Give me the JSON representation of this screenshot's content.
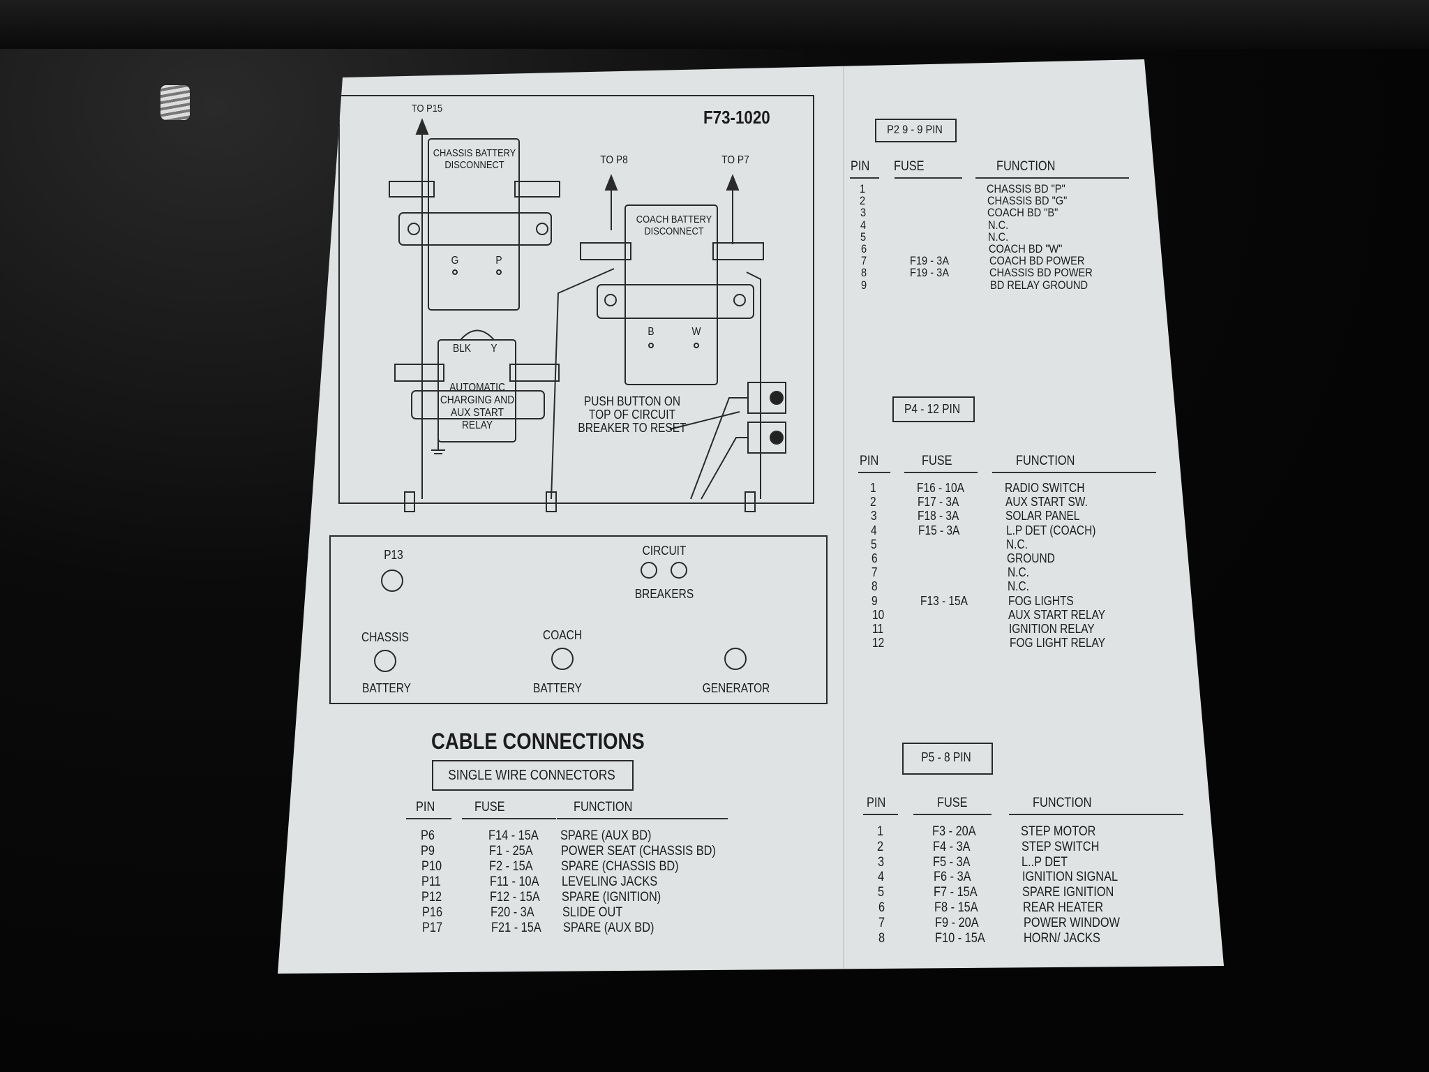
{
  "diagram": {
    "part_number": "F73-1020",
    "to_p15": "TO P15",
    "to_p8": "TO P8",
    "to_p7": "TO P7",
    "chassis_disconnect": [
      "CHASSIS BATTERY",
      "DISCONNECT"
    ],
    "coach_disconnect": [
      "COACH BATTERY",
      "DISCONNECT"
    ],
    "terminal_g": "G",
    "terminal_p": "P",
    "terminal_b": "B",
    "terminal_w": "W",
    "terminal_blk": "BLK",
    "terminal_y": "Y",
    "relay_label": [
      "AUTOMATIC",
      "CHARGING AND",
      "AUX START",
      "RELAY"
    ],
    "push_button_note": [
      "PUSH BUTTON ON",
      "TOP OF CIRCUIT",
      "BREAKER TO RESET"
    ]
  },
  "panel": {
    "p13": "P13",
    "circuit": "CIRCUIT",
    "breakers": "BREAKERS",
    "chassis": "CHASSIS",
    "chassis_battery": "BATTERY",
    "coach": "COACH",
    "coach_battery": "BATTERY",
    "generator": "GENERATOR"
  },
  "cable": {
    "title": "CABLE CONNECTIONS",
    "subtitle": "SINGLE WIRE CONNECTORS",
    "headers": [
      "PIN",
      "FUSE",
      "FUNCTION"
    ],
    "rows": [
      [
        "P6",
        "F14 - 15A",
        "SPARE (AUX BD)"
      ],
      [
        "P9",
        "F1 - 25A",
        "POWER SEAT (CHASSIS BD)"
      ],
      [
        "P10",
        "F2 - 15A",
        "SPARE (CHASSIS BD)"
      ],
      [
        "P11",
        "F11 - 10A",
        "LEVELING JACKS"
      ],
      [
        "P12",
        "F12 - 15A",
        "SPARE (IGNITION)"
      ],
      [
        "P16",
        "F20 - 3A",
        "SLIDE OUT"
      ],
      [
        "P17",
        "F21 - 15A",
        "SPARE (AUX BD)"
      ]
    ]
  },
  "p2": {
    "title": "P2 9 - 9 PIN",
    "headers": [
      "PIN",
      "FUSE",
      "FUNCTION"
    ],
    "rows": [
      [
        "1",
        "",
        "CHASSIS BD \"P\""
      ],
      [
        "2",
        "",
        "CHASSIS BD \"G\""
      ],
      [
        "3",
        "",
        "COACH BD \"B\""
      ],
      [
        "4",
        "",
        "N.C."
      ],
      [
        "5",
        "",
        "N.C."
      ],
      [
        "6",
        "",
        "COACH BD \"W\""
      ],
      [
        "7",
        "F19 - 3A",
        "COACH BD POWER"
      ],
      [
        "8",
        "F19 - 3A",
        "CHASSIS BD POWER"
      ],
      [
        "9",
        "",
        "BD RELAY GROUND"
      ]
    ]
  },
  "p4": {
    "title": "P4 - 12 PIN",
    "headers": [
      "PIN",
      "FUSE",
      "FUNCTION"
    ],
    "rows": [
      [
        "1",
        "F16 - 10A",
        "RADIO SWITCH"
      ],
      [
        "2",
        "F17 - 3A",
        "AUX START SW."
      ],
      [
        "3",
        "F18 - 3A",
        "SOLAR PANEL"
      ],
      [
        "4",
        "F15 - 3A",
        "L.P  DET  (COACH)"
      ],
      [
        "5",
        "",
        "N.C."
      ],
      [
        "6",
        "",
        "GROUND"
      ],
      [
        "7",
        "",
        "N.C."
      ],
      [
        "8",
        "",
        "N.C."
      ],
      [
        "9",
        "F13 - 15A",
        "FOG LIGHTS"
      ],
      [
        "10",
        "",
        "AUX START RELAY"
      ],
      [
        "11",
        "",
        "IGNITION RELAY"
      ],
      [
        "12",
        "",
        "FOG LIGHT RELAY"
      ]
    ]
  },
  "p5": {
    "title": "P5 - 8 PIN",
    "headers": [
      "PIN",
      "FUSE",
      "FUNCTION"
    ],
    "rows": [
      [
        "1",
        "F3 - 20A",
        "STEP MOTOR"
      ],
      [
        "2",
        "F4 - 3A",
        "STEP SWITCH"
      ],
      [
        "3",
        "F5 - 3A",
        "L..P DET"
      ],
      [
        "4",
        "F6 - 3A",
        "IGNITION SIGNAL"
      ],
      [
        "5",
        "F7 - 15A",
        "SPARE IGNITION"
      ],
      [
        "6",
        "F8 - 15A",
        "REAR HEATER"
      ],
      [
        "7",
        "F9 - 20A",
        "POWER WINDOW"
      ],
      [
        "8",
        "F10 - 15A",
        "HORN/ JACKS"
      ]
    ]
  }
}
